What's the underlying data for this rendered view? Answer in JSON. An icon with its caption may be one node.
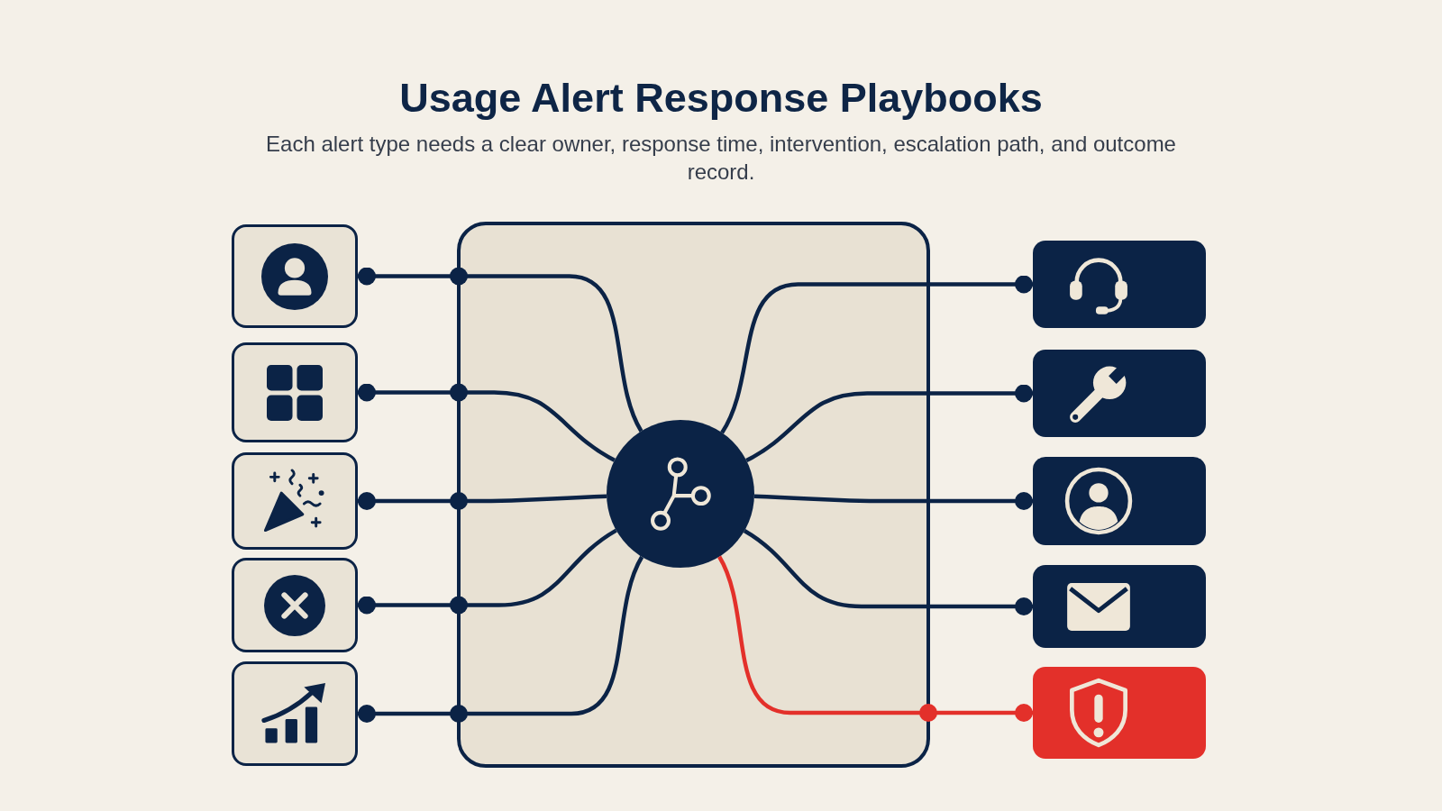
{
  "diagram": {
    "title": "Usage Alert Response Playbooks",
    "caption": "Each alert type needs a clear owner, response time, intervention, escalation path, and outcome record.",
    "nodes": [
      {
        "text": [],
        "shape": "box"
      },
      {
        "text": [],
        "shape": "box"
      },
      {
        "text": [],
        "shape": "box"
      },
      {
        "text": [],
        "shape": "box"
      },
      {
        "text": [],
        "shape": "box"
      },
      {
        "text": [],
        "shape": "box"
      },
      {
        "text": [],
        "shape": "circle",
        "in": 5
      },
      {
        "text": [],
        "shape": "box"
      },
      {
        "text": [],
        "shape": "box"
      },
      {
        "text": [],
        "shape": "box"
      },
      {
        "text": [],
        "shape": "box"
      },
      {
        "text": [],
        "shape": "box"
      }
    ],
    "edges": [
      {
        "from": 0,
        "to": 6,
        "arrow": "other"
      },
      {
        "from": 1,
        "to": 6,
        "arrow": "other"
      },
      {
        "from": 2,
        "to": 6,
        "arrow": "other"
      },
      {
        "from": 3,
        "to": 6,
        "arrow": "other"
      },
      {
        "from": 4,
        "to": 6,
        "arrow": "other"
      },
      {
        "from": 7,
        "to": 6,
        "arrow": "other"
      },
      {
        "from": 8,
        "to": 6,
        "arrow": "other"
      },
      {
        "from": 9,
        "to": 6,
        "arrow": "other"
      },
      {
        "from": 10,
        "to": 6,
        "arrow": "other"
      },
      {
        "from": 11,
        "to": 6,
        "arrow": "other",
        "color": "#e3302a"
      }
    ]
  }
}
